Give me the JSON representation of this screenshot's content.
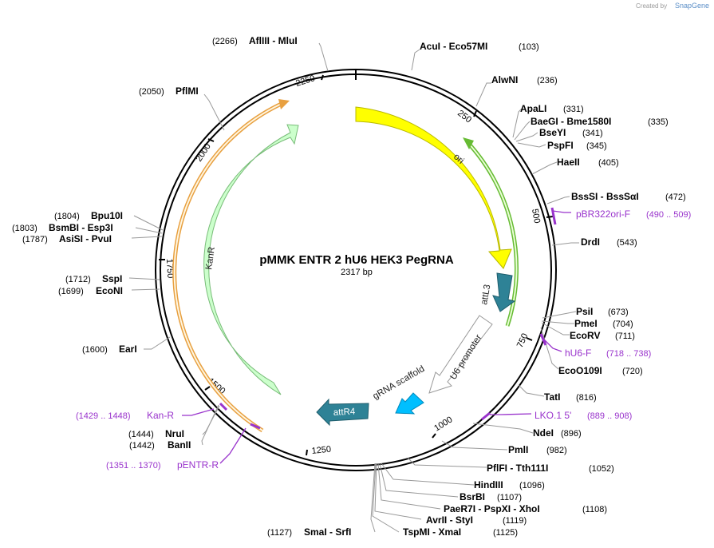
{
  "credit": {
    "prefix": "Created by",
    "brand": "SnapGene"
  },
  "plasmid": {
    "name": "pMMK ENTR 2 hU6 HEK3 PegRNA",
    "length_label": "2317 bp",
    "total_bp": 2317
  },
  "ticks": [
    "250",
    "500",
    "750",
    "1000",
    "1250",
    "1500",
    "1750",
    "2000",
    "2250"
  ],
  "features": [
    {
      "name": "ori",
      "color": "#ffff00",
      "stroke": "#b8b800"
    },
    {
      "name": "attL3",
      "color": "#2e8296",
      "stroke": "#1e5d6c"
    },
    {
      "name": "U6 promoter",
      "color": "#ffffff",
      "stroke": "#999999"
    },
    {
      "name": "gRNA scaffold",
      "color": "#00bfff",
      "stroke": "#0088bb"
    },
    {
      "name": "attR4",
      "color": "#2e8296",
      "stroke": "#1e5d6c"
    },
    {
      "name": "KanR",
      "color": "#ccffcc",
      "stroke": "#77bb77"
    }
  ],
  "enzymes": [
    {
      "pos": "(103)",
      "name": "AcuI  - Eco57MI"
    },
    {
      "pos": "(236)",
      "name": "AlwNI"
    },
    {
      "pos": "(331)",
      "name": "ApaLI"
    },
    {
      "pos": "(335)",
      "name": "BaeGI  - Bme1580I"
    },
    {
      "pos": "(341)",
      "name": "BseYI"
    },
    {
      "pos": "(345)",
      "name": "PspFI"
    },
    {
      "pos": "(405)",
      "name": "HaeII"
    },
    {
      "pos": "(472)",
      "name": "BssSI  - BssSαI"
    },
    {
      "pos": "(543)",
      "name": "DrdI"
    },
    {
      "pos": "(673)",
      "name": "PsiI"
    },
    {
      "pos": "(704)",
      "name": "PmeI"
    },
    {
      "pos": "(711)",
      "name": "EcoRV"
    },
    {
      "pos": "(720)",
      "name": "EcoO109I"
    },
    {
      "pos": "(816)",
      "name": "TatI"
    },
    {
      "pos": "(896)",
      "name": "NdeI"
    },
    {
      "pos": "(982)",
      "name": "PmlI"
    },
    {
      "pos": "(1052)",
      "name": "PflFI  - Tth111I"
    },
    {
      "pos": "(1096)",
      "name": "HindIII"
    },
    {
      "pos": "(1107)",
      "name": "BsrBI"
    },
    {
      "pos": "(1108)",
      "name": "PaeR7I  - PspXI  - XhoI"
    },
    {
      "pos": "(1119)",
      "name": "AvrII  - StyI"
    },
    {
      "pos": "(1125)",
      "name": "TspMI  - XmaI"
    },
    {
      "pos": "(1127)",
      "name": "SmaI  - SrfI"
    },
    {
      "pos": "(1442)",
      "name": "BanII"
    },
    {
      "pos": "(1444)",
      "name": "NruI"
    },
    {
      "pos": "(1600)",
      "name": "EarI"
    },
    {
      "pos": "(1699)",
      "name": "EcoNI"
    },
    {
      "pos": "(1712)",
      "name": "SspI"
    },
    {
      "pos": "(1787)",
      "name": "AsiSI  - PvuI"
    },
    {
      "pos": "(1803)",
      "name": "BsmBI  - Esp3I"
    },
    {
      "pos": "(1804)",
      "name": "Bpu10I"
    },
    {
      "pos": "(2050)",
      "name": "PflMI"
    },
    {
      "pos": "(2266)",
      "name": "AflIII  - MluI"
    }
  ],
  "primers": [
    {
      "name": "pBR322ori-F",
      "range": "(490 .. 509)"
    },
    {
      "name": "hU6-F",
      "range": "(718 .. 738)"
    },
    {
      "name": "LKO.1 5'",
      "range": "(889 .. 908)"
    },
    {
      "name": "Kan-R",
      "range": "(1429 .. 1448)"
    },
    {
      "name": "pENTR-R",
      "range": "(1351 .. 1370)"
    }
  ],
  "colors": {
    "backbone": "#000000",
    "primer": "#9933cc",
    "kan_outline": "#e8a040",
    "ori_outline": "#66bb33"
  }
}
